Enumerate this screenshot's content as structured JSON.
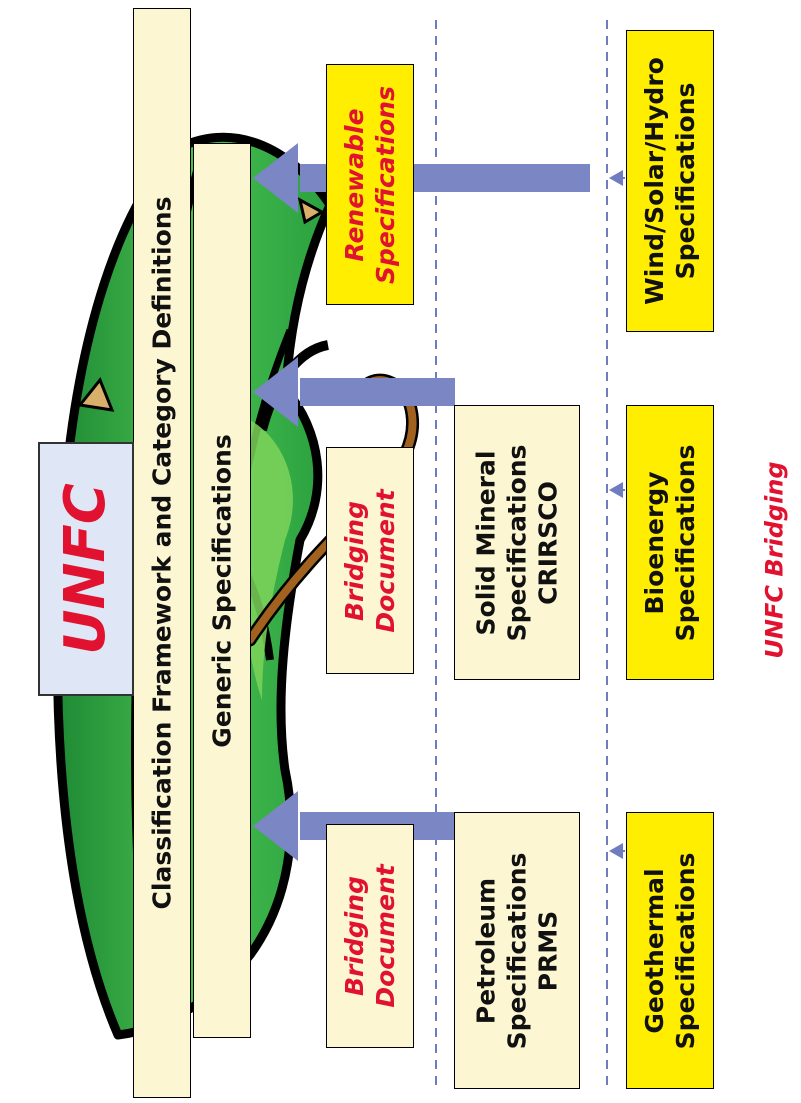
{
  "diagram": {
    "unfc_label": "UNFC",
    "framework_bar": "Classification Framework and Category Definitions",
    "generic_bar": "Generic Specifications",
    "bridging_docs": [
      {
        "line1": "Bridging",
        "line2": "Document"
      },
      {
        "line1": "Bridging",
        "line2": "Document"
      },
      {
        "line1": "Renewable",
        "line2": "Specifications"
      }
    ],
    "commodity_specs": [
      {
        "line1": "Petroleum",
        "line2": "Specifications",
        "line3": "PRMS"
      },
      {
        "line1": "Solid Mineral",
        "line2": "Specifications",
        "line3": "CRIRSCO"
      }
    ],
    "renewable_specs": [
      {
        "line1": "Geothermal",
        "line2": "Specifications"
      },
      {
        "line1": "Bioenergy",
        "line2": "Specifications"
      },
      {
        "line1": "Wind/Solar/Hydro",
        "line2": "Specifications"
      }
    ],
    "caption": "UNFC Bridging"
  },
  "colors": {
    "cream": "#fcf7d2",
    "yellow": "#ffee00",
    "red_text": "#e1122f",
    "arrow": "#7b86c4",
    "dashed_line": "#6f7cc0",
    "umbrella_green": "#3db64a",
    "umbrella_dark": "#1e7a2f",
    "unfc_box": "#dfe6f5"
  }
}
